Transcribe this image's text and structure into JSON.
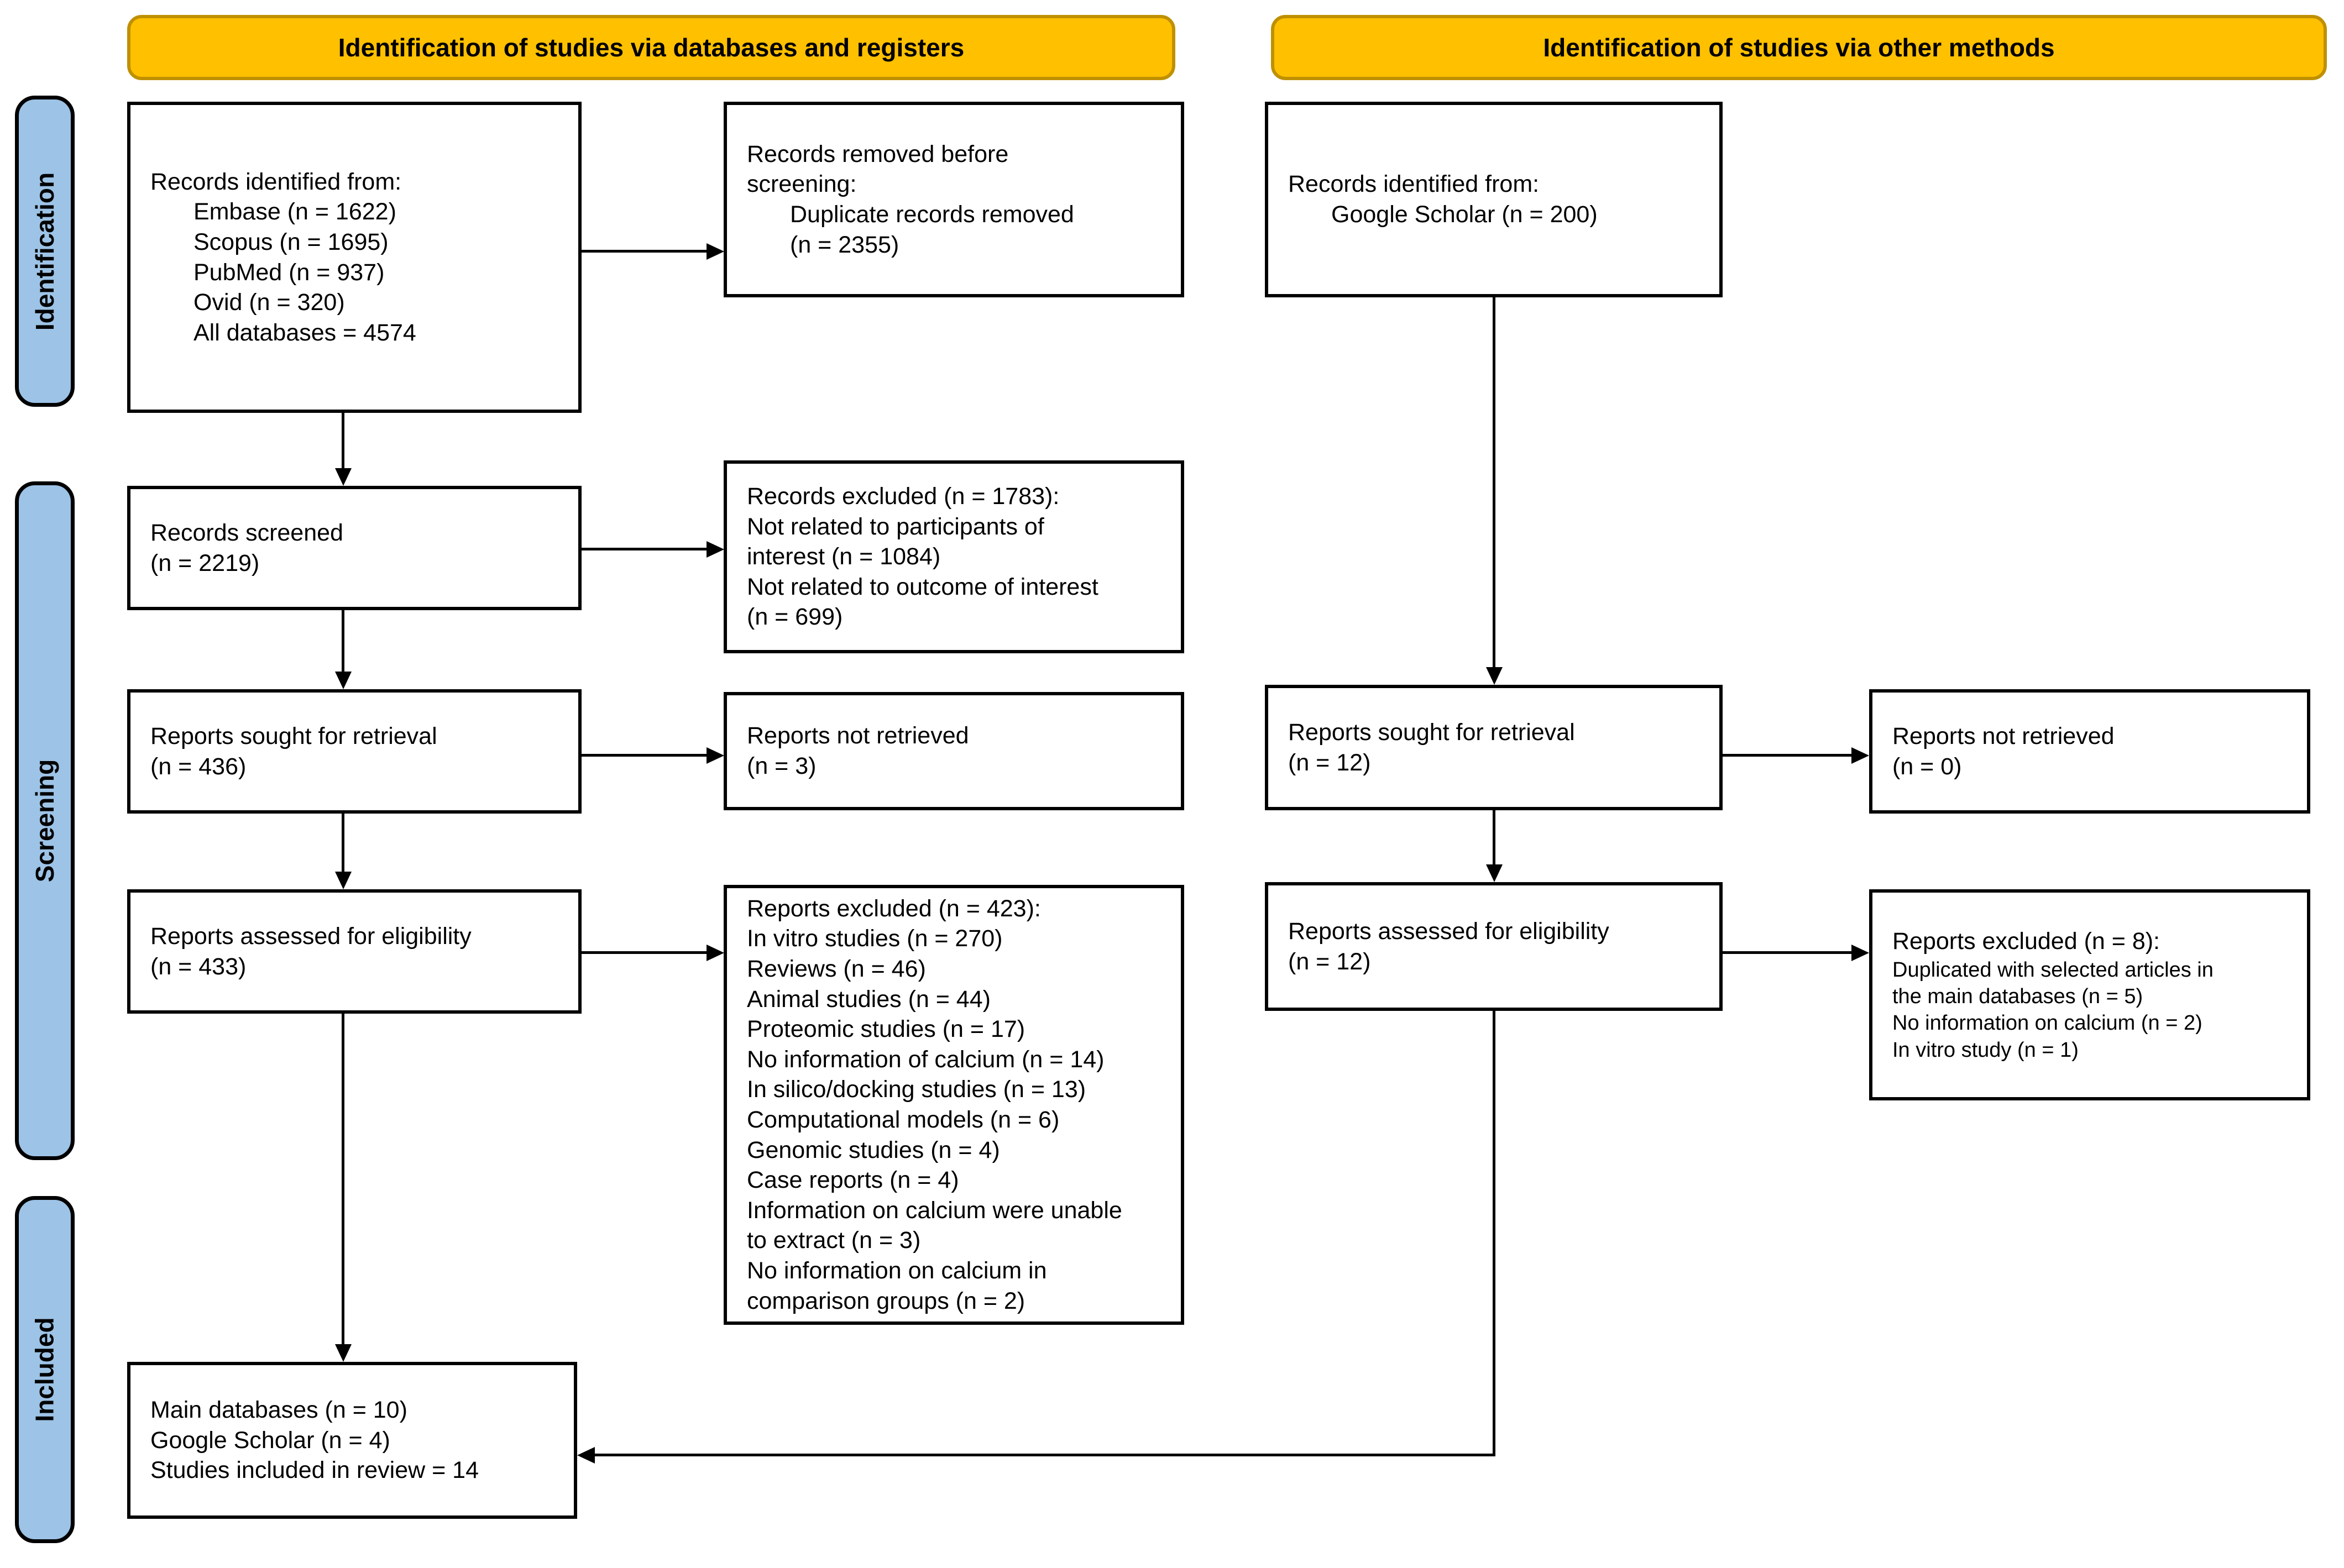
{
  "banners": {
    "left": "Identification of studies via databases and registers",
    "right": "Identification of studies via other methods"
  },
  "sidebar": {
    "identification": "Identification",
    "screening": "Screening",
    "included": "Included"
  },
  "colors": {
    "banner_fill": "#FFC000",
    "banner_border": "#BF9000",
    "stage_fill": "#9DC3E6",
    "box_border": "#000000"
  },
  "boxes": {
    "db_identified": {
      "lines": [
        {
          "text": "Records identified from:"
        },
        {
          "text": "Embase (n = 1622)",
          "indent": true
        },
        {
          "text": "Scopus (n = 1695)",
          "indent": true
        },
        {
          "text": "PubMed (n = 937)",
          "indent": true
        },
        {
          "text": "Ovid (n = 320)",
          "indent": true
        },
        {
          "text": "All databases = 4574",
          "indent": true
        }
      ]
    },
    "records_removed": {
      "lines": [
        {
          "text": "Records removed before"
        },
        {
          "text": "screening:"
        },
        {
          "text": "Duplicate records removed",
          "indent": true
        },
        {
          "text": "(n = 2355)",
          "indent": true
        }
      ]
    },
    "records_screened": {
      "lines": [
        {
          "text": "Records screened"
        },
        {
          "text": "(n = 2219)"
        }
      ]
    },
    "records_excluded": {
      "lines": [
        {
          "text": "Records excluded (n = 1783):"
        },
        {
          "text": "Not related to participants of"
        },
        {
          "text": "interest (n = 1084)"
        },
        {
          "text": "Not related to outcome of interest"
        },
        {
          "text": "(n = 699)"
        }
      ]
    },
    "reports_sought_db": {
      "lines": [
        {
          "text": "Reports sought for retrieval"
        },
        {
          "text": "(n = 436)"
        }
      ]
    },
    "reports_not_retrieved_db": {
      "lines": [
        {
          "text": "Reports not retrieved"
        },
        {
          "text": "(n = 3)"
        }
      ]
    },
    "reports_assessed_db": {
      "lines": [
        {
          "text": "Reports assessed for eligibility"
        },
        {
          "text": "(n = 433)"
        }
      ]
    },
    "reports_excluded_db": {
      "lines": [
        {
          "text": "Reports excluded (n = 423):"
        },
        {
          "text": "In vitro studies (n = 270)"
        },
        {
          "text": "Reviews (n = 46)"
        },
        {
          "text": "Animal studies (n = 44)"
        },
        {
          "text": "Proteomic studies (n = 17)"
        },
        {
          "text": "No information of calcium (n = 14)"
        },
        {
          "text": "In silico/docking studies (n = 13)"
        },
        {
          "text": "Computational models (n = 6)"
        },
        {
          "text": "Genomic studies (n = 4)"
        },
        {
          "text": "Case reports (n = 4)"
        },
        {
          "text": "Information on calcium were unable"
        },
        {
          "text": "to extract (n = 3)"
        },
        {
          "text": "No information on calcium in"
        },
        {
          "text": "comparison groups (n = 2)"
        }
      ]
    },
    "included_final": {
      "lines": [
        {
          "text": "Main databases (n = 10)"
        },
        {
          "text": "Google Scholar (n = 4)"
        },
        {
          "text": "Studies included in review = 14"
        }
      ]
    },
    "other_identified": {
      "lines": [
        {
          "text": "Records identified from:"
        },
        {
          "text": "Google Scholar (n = 200)",
          "indent": true
        }
      ]
    },
    "reports_sought_other": {
      "lines": [
        {
          "text": "Reports sought for retrieval"
        },
        {
          "text": "(n = 12)"
        }
      ]
    },
    "reports_not_retrieved_other": {
      "lines": [
        {
          "text": "Reports not retrieved"
        },
        {
          "text": "(n = 0)"
        }
      ]
    },
    "reports_assessed_other": {
      "lines": [
        {
          "text": "Reports assessed for eligibility"
        },
        {
          "text": "(n = 12)"
        }
      ]
    },
    "reports_excluded_other": {
      "lines": [
        {
          "text": "Reports excluded (n = 8):"
        },
        {
          "text": "Duplicated with selected articles in",
          "small": true
        },
        {
          "text": "the main databases (n = 5)",
          "small": true
        },
        {
          "text": "No information on calcium (n = 2)",
          "small": true
        },
        {
          "text": "In vitro study (n = 1)",
          "small": true
        }
      ]
    }
  }
}
